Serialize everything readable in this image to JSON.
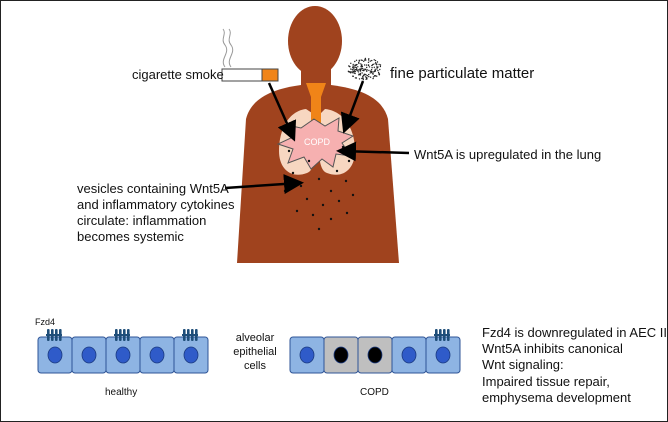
{
  "top": {
    "cigarette_label": "cigarette smoke",
    "particulate_label": "fine particulate matter",
    "center_label": "COPD",
    "wnt5a_lung": "Wnt5A is upregulated in the lung",
    "vesicles_lines": [
      "vesicles containing Wnt5A",
      "and inflammatory cytokines",
      "circulate: inflammation",
      "becomes systemic"
    ]
  },
  "bottom": {
    "fzd4_label": "Fzd4",
    "healthy_label": "healthy",
    "middle_lines": [
      "alveolar",
      "epithelial",
      "cells"
    ],
    "copd_label": "COPD",
    "right_lines": [
      "Fzd4 is downregulated in AEC II",
      "Wnt5A inhibits canonical",
      "Wnt signaling:",
      "Impaired tissue repair,",
      "emphysema development"
    ]
  },
  "colors": {
    "skin": "#a0431e",
    "lung_fill": "#f7d7c1",
    "copd_burst": "#f6b0b0",
    "trachea": "#f08418",
    "cell_blue": "#8eb4e3",
    "nucleus_blue": "#2f5bc9",
    "cell_gray": "#bfbfbf",
    "receptor": "#1f4e79"
  }
}
